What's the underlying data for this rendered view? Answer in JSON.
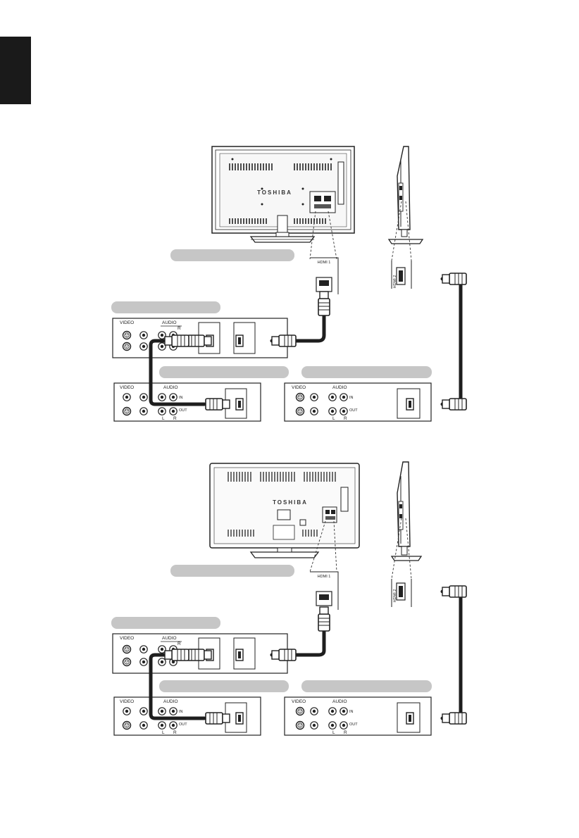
{
  "brand": "TOSHIBA",
  "port_labels": {
    "hdmi1": "HDMI 1",
    "hdmi2": "HDMI 2",
    "video": "VIDEO",
    "audio": "AUDIO",
    "left": "L",
    "right": "R",
    "in": "IN",
    "out": "OUT"
  },
  "colors": {
    "side_tab": "#1a1a1a",
    "label_bar": "#c6c6c6",
    "cable": "#1e1e1e",
    "line": "#333333"
  }
}
